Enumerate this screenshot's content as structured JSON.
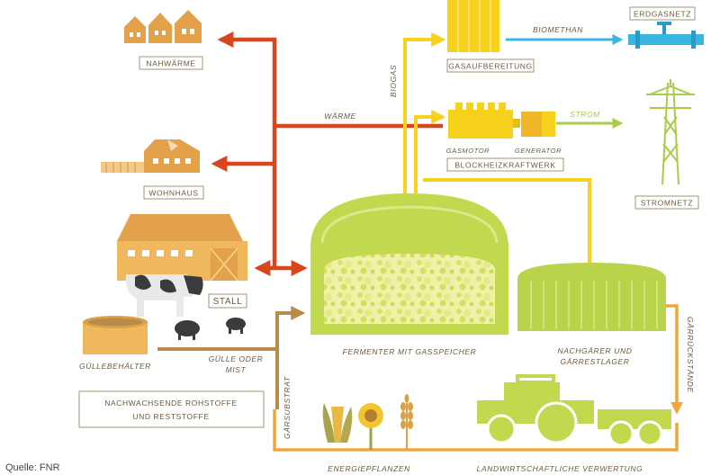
{
  "colors": {
    "heat": "#d9461e",
    "gas": "#f6d21c",
    "biomethane": "#3ab6e3",
    "power": "#a9cc4a",
    "substrate": "#b98a48",
    "house": "#e3a24a",
    "fermenter": "#c2d84f"
  },
  "labels": {
    "nahwaerme": "NAHWÄRME",
    "wohnhaus": "WOHNHAUS",
    "stall": "STALL",
    "guellebehaelter": "GÜLLEBEHÄLTER",
    "guelle_line1": "GÜLLE ODER",
    "guelle_line2": "MIST",
    "rohstoffe_line1": "NACHWACHSENDE ROHSTOFFE",
    "rohstoffe_line2": "UND RESTSTOFFE",
    "gaersubstrat": "GÄRSUBSTRAT",
    "energiepflanzen": "ENERGIEPFLANZEN",
    "landwirtschaft": "LANDWIRTSCHAFTLICHE VERWERTUNG",
    "gaerrueckstaende": "GÄRRÜCKSTÄNDE",
    "fermenter": "FERMENTER MIT GASSPEICHER",
    "nachgaerer_line1": "NACHGÄRER UND",
    "nachgaerer_line2": "GÄRRESTLAGER",
    "biogas": "BIOGAS",
    "gasaufbereitung": "GASAUFBEREITUNG",
    "biomethan": "BIOMETHAN",
    "erdgasnetz": "ERDGASNETZ",
    "waerme": "WÄRME",
    "gasmotor": "GASMOTOR",
    "generator": "GENERATOR",
    "strom": "STROM",
    "bhkw": "BLOCKHEIZKRAFTWERK",
    "stromnetz": "STROMNETZ"
  },
  "source": "Quelle: FNR"
}
